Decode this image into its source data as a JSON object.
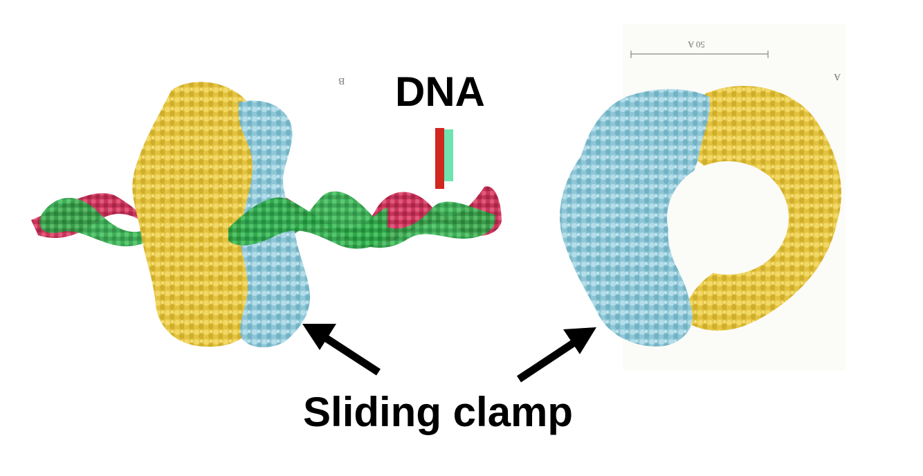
{
  "labels": {
    "dna": "DNA",
    "sliding_clamp": "Sliding clamp",
    "panel_b": "B",
    "panel_a": "A",
    "scale_bar": "50 A"
  },
  "colors": {
    "clamp_yellow": "#e3c23f",
    "clamp_blue": "#8ec6d6",
    "dna_red": "#c8345a",
    "dna_green": "#2fa54a",
    "legend_red": "#d0271f",
    "legend_green": "#6fe3b0",
    "arrow": "#000000"
  },
  "icons": {
    "arrow_left": "arrow-up-left-icon",
    "arrow_right": "arrow-up-right-icon"
  }
}
